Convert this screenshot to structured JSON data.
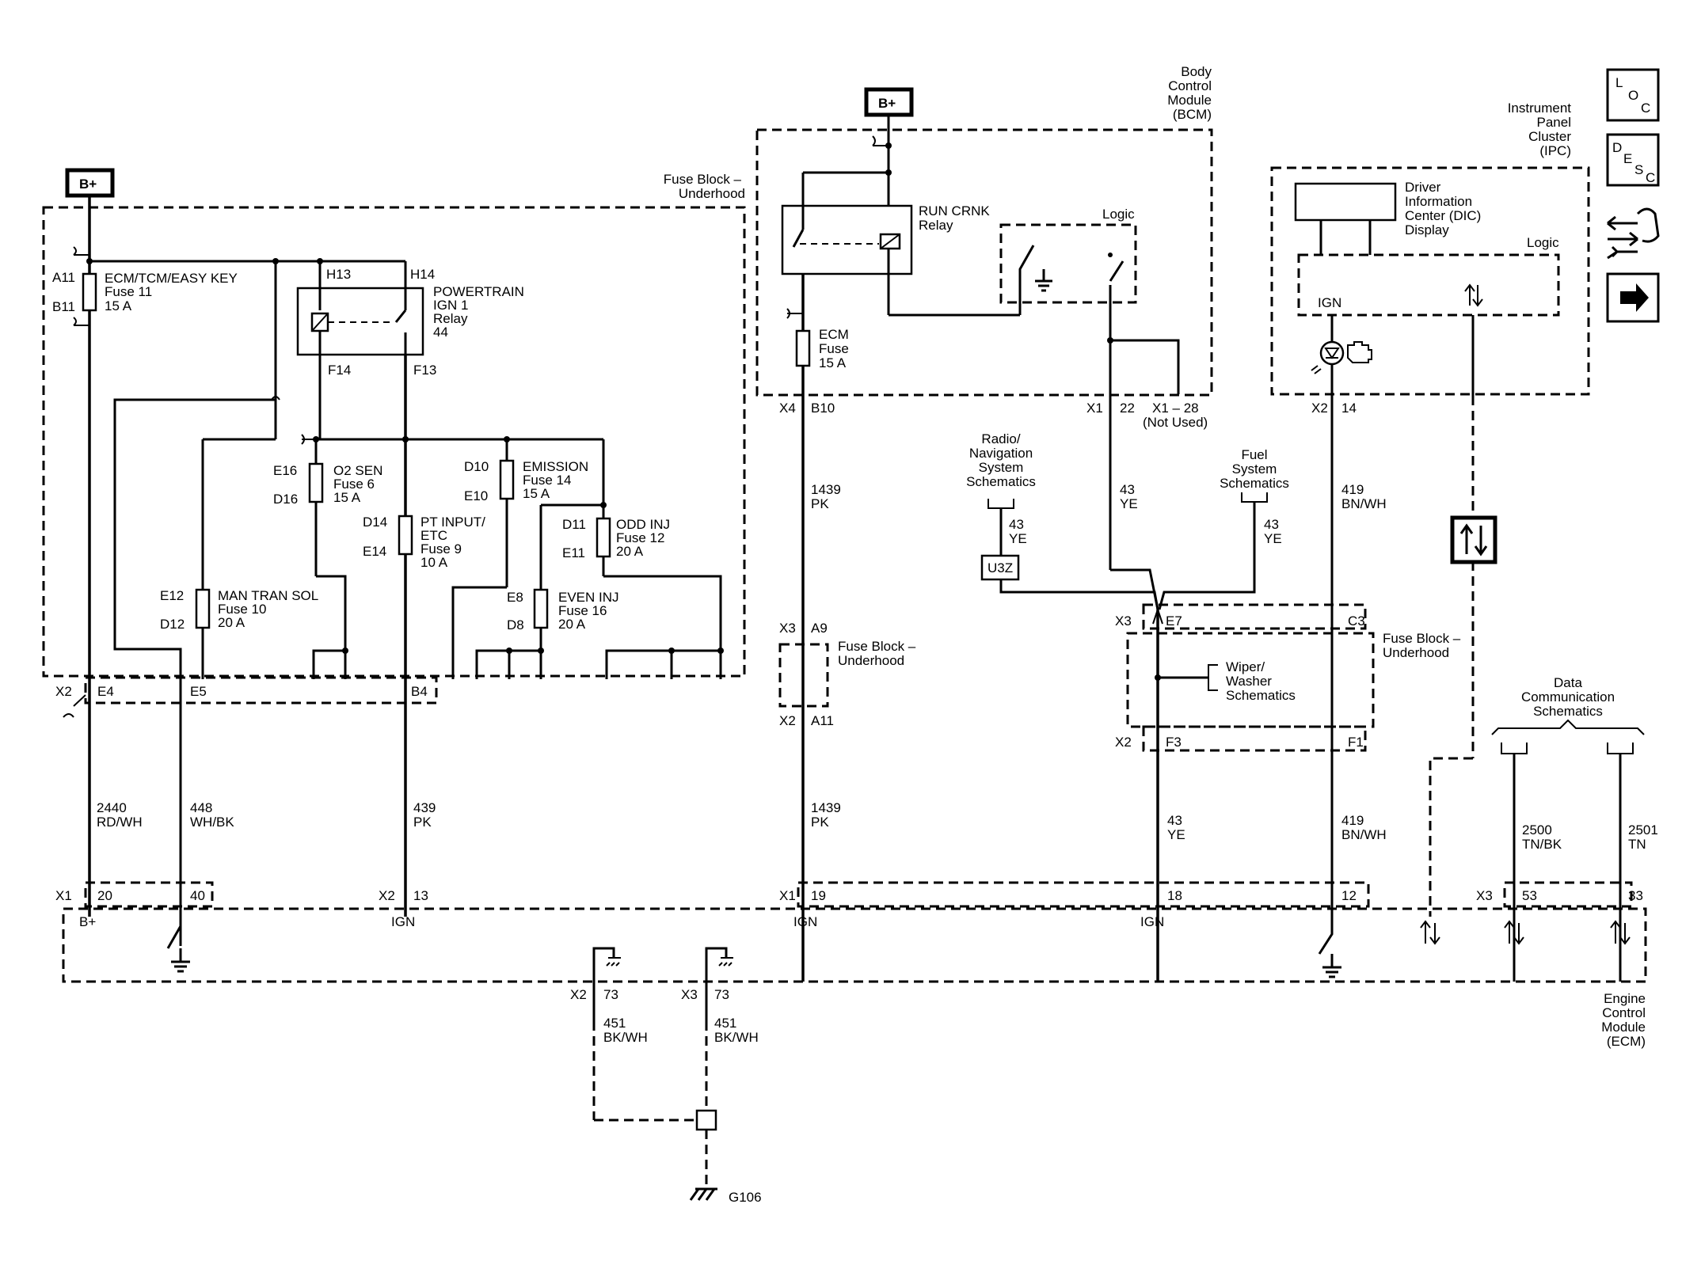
{
  "labels": {
    "bplus": "B+",
    "fb_underhood": [
      "Fuse Block –",
      "Underhood"
    ],
    "ecm_fuse11": [
      "ECM/TCM/EASY KEY",
      "Fuse 11",
      "15 A"
    ],
    "a11": "A11",
    "b11": "B11",
    "h13": "H13",
    "h14": "H14",
    "powertrain_relay": [
      "POWERTRAIN",
      "IGN 1",
      "Relay",
      "44"
    ],
    "f14": "F14",
    "f13": "F13",
    "o2sen": [
      "O2 SEN",
      "Fuse 6",
      "15 A"
    ],
    "e16": "E16",
    "d16": "D16",
    "emission": [
      "EMISSION",
      "Fuse 14",
      "15 A"
    ],
    "d10": "D10",
    "e10": "E10",
    "pt_input": [
      "PT INPUT/",
      "ETC",
      "Fuse 9",
      "10 A"
    ],
    "d14": "D14",
    "e14": "E14",
    "odd_inj": [
      "ODD INJ",
      "Fuse 12",
      "20 A"
    ],
    "d11": "D11",
    "e11": "E11",
    "man_tran": [
      "MAN TRAN SOL",
      "Fuse 10",
      "20 A"
    ],
    "e12": "E12",
    "d12": "D12",
    "even_inj": [
      "EVEN INJ",
      "Fuse 16",
      "20 A"
    ],
    "e8": "E8",
    "d8": "D8",
    "x2": "X2",
    "e4": "E4",
    "e5": "E5",
    "b4": "B4",
    "w2440": [
      "2440",
      "RD/WH"
    ],
    "w448": [
      "448",
      "WH/BK"
    ],
    "w439": [
      "439",
      "PK"
    ],
    "x1": "X1",
    "p20": "20",
    "p40": "40",
    "p13": "13",
    "ign": "IGN",
    "bcm": [
      "Body",
      "Control",
      "Module",
      "(BCM)"
    ],
    "run_crnk": [
      "RUN CRNK",
      "Relay"
    ],
    "logic": "Logic",
    "ecm_fuse": [
      "ECM",
      "Fuse",
      "15 A"
    ],
    "x4": "X4",
    "b10": "B10",
    "p22": "22",
    "x1_28": [
      "X1 – 28",
      "(Not Used)"
    ],
    "w1439": [
      "1439",
      "PK"
    ],
    "x3": "X3",
    "a9": "A9",
    "a11b": "A11",
    "p19": "19",
    "radio_nav": [
      "Radio/",
      "Navigation",
      "System",
      "Schematics"
    ],
    "fuel_sys": [
      "Fuel",
      "System",
      "Schematics"
    ],
    "w43": [
      "43",
      "YE"
    ],
    "u3z": "U3Z",
    "e7": "E7",
    "c3": "C3",
    "f3": "F3",
    "f1": "F1",
    "wiper": [
      "Wiper/",
      "Washer",
      "Schematics"
    ],
    "p18": "18",
    "ipc": [
      "Instrument",
      "Panel",
      "Cluster",
      "(IPC)"
    ],
    "dic": [
      "Driver",
      "Information",
      "Center (DIC)",
      "Display"
    ],
    "p14": "14",
    "w419": [
      "419",
      "BN/WH"
    ],
    "p12": "12",
    "data_comm": [
      "Data",
      "Communication",
      "Schematics"
    ],
    "w2500": [
      "2500",
      "TN/BK"
    ],
    "w2501": [
      "2501",
      "TN"
    ],
    "p53": "53",
    "p33": "33",
    "ecm": [
      "Engine",
      "Control",
      "Module",
      "(ECM)"
    ],
    "p73": "73",
    "w451": [
      "451",
      "BK/WH"
    ],
    "g106": "G106"
  },
  "buttons": {
    "loc": [
      "L",
      "O",
      "C"
    ],
    "desc": [
      "D",
      "E",
      "S",
      "C"
    ]
  }
}
